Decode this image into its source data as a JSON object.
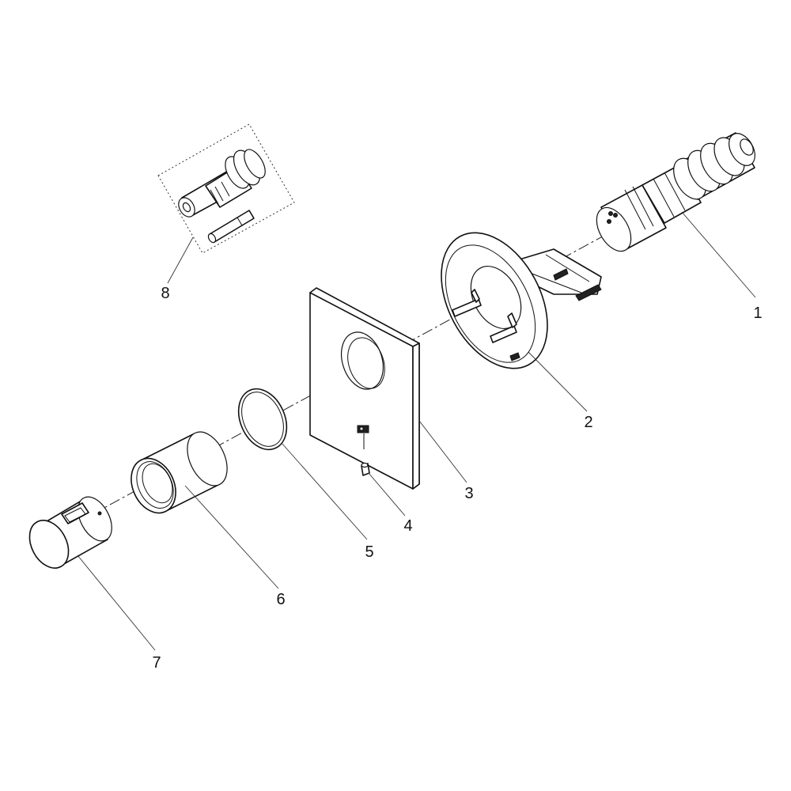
{
  "parts": [
    {
      "number": "1",
      "icon": "cartridge-icon"
    },
    {
      "number": "2",
      "icon": "mounting-bracket-icon"
    },
    {
      "number": "3",
      "icon": "escutcheon-plate-icon"
    },
    {
      "number": "4",
      "icon": "set-screw-icon"
    },
    {
      "number": "5",
      "icon": "o-ring-icon"
    },
    {
      "number": "6",
      "icon": "sleeve-icon"
    },
    {
      "number": "7",
      "icon": "handle-icon"
    },
    {
      "number": "8",
      "icon": "extension-kit-icon"
    }
  ],
  "colors": {
    "line": "#111111",
    "background": "#ffffff"
  }
}
